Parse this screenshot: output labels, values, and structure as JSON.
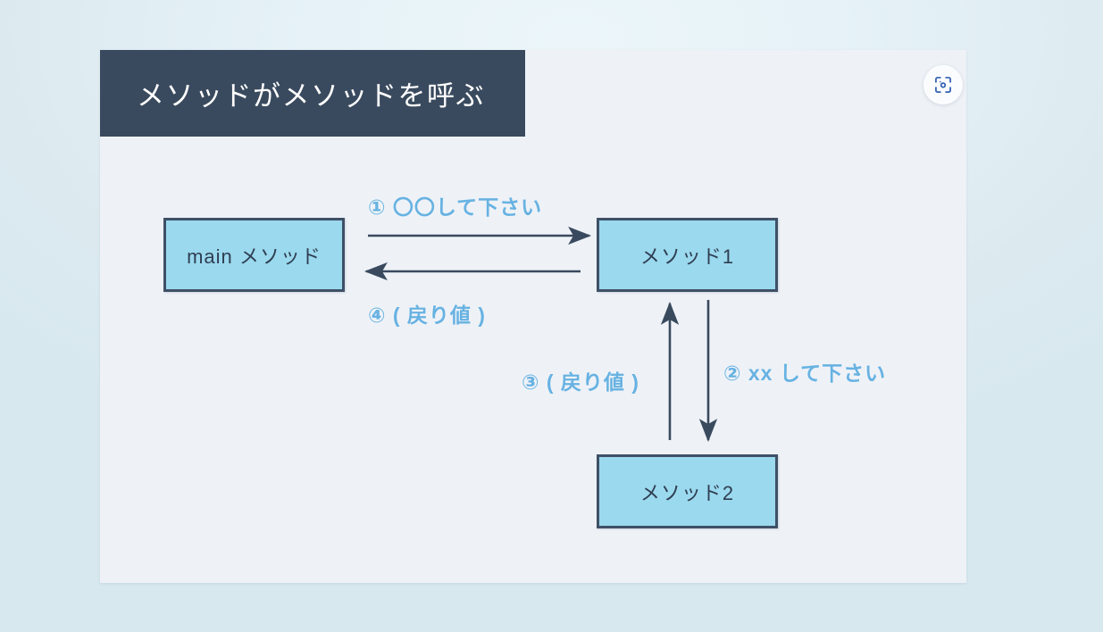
{
  "slide": {
    "title": "メソッドがメソッドを呼ぶ",
    "scan_icon": "scan-focus-icon"
  },
  "colors": {
    "background": "#dceaf0",
    "card": "#eef2f7",
    "header_bar": "#3a4a5e",
    "box_fill": "#9bd9ee",
    "box_border": "#3f5067",
    "arrow": "#3a4a5e",
    "label_blue": "#67b2e2",
    "icon_blue": "#2f5fb0"
  },
  "diagram": {
    "boxes": [
      {
        "id": "main",
        "label": "main メソッド"
      },
      {
        "id": "method1",
        "label": "メソッド1"
      },
      {
        "id": "method2",
        "label": "メソッド2"
      }
    ],
    "labels": [
      {
        "id": "step1",
        "text": "① 〇〇して下さい"
      },
      {
        "id": "step4",
        "text": "④ ( 戻り値 )"
      },
      {
        "id": "step3",
        "text": "③ ( 戻り値 )"
      },
      {
        "id": "step2",
        "text": "② xx して下さい"
      }
    ],
    "arrows": [
      {
        "id": "main-to-method1",
        "direction": "right",
        "from": "main",
        "to": "method1"
      },
      {
        "id": "method1-to-main",
        "direction": "left",
        "from": "method1",
        "to": "main"
      },
      {
        "id": "method1-to-method2",
        "direction": "down",
        "from": "method1",
        "to": "method2"
      },
      {
        "id": "method2-to-method1",
        "direction": "up",
        "from": "method2",
        "to": "method1"
      }
    ]
  }
}
